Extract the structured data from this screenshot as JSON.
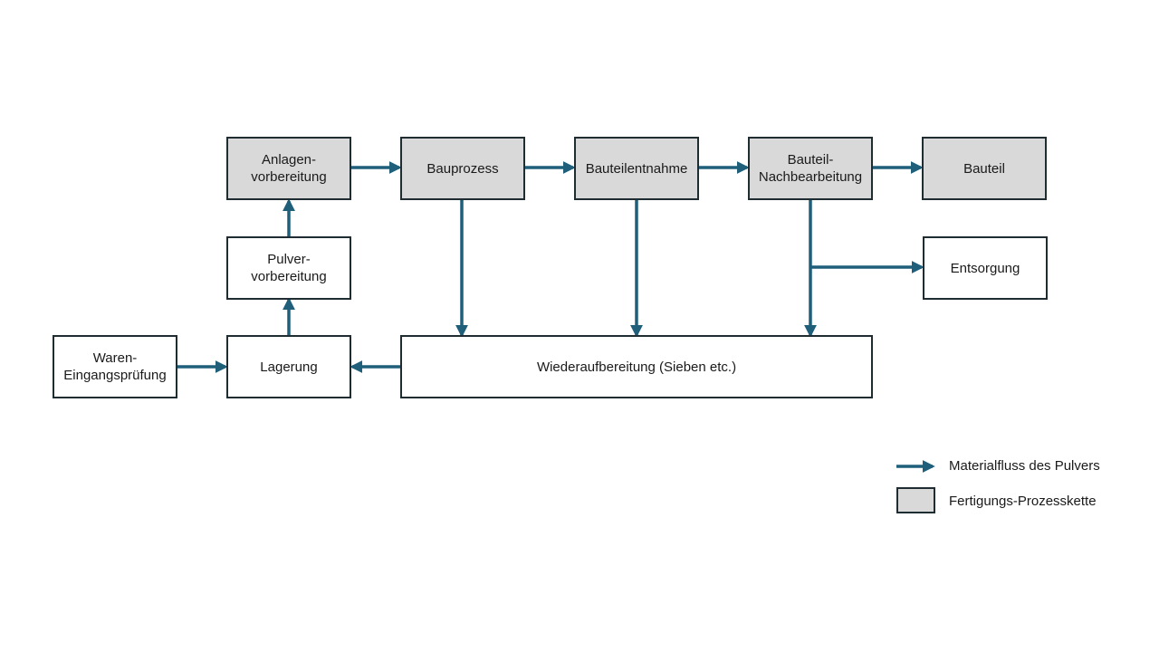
{
  "colors": {
    "arrow": "#1f5f7a",
    "border": "#1f2d33",
    "process_fill": "#d9d9d9",
    "background": "#ffffff"
  },
  "boxes": {
    "anlagenvorbereitung": {
      "label": "Anlagen-\nvorbereitung",
      "process": true
    },
    "bauprozess": {
      "label": "Bauprozess",
      "process": true
    },
    "bauteilentnahme": {
      "label": "Bauteilentnahme",
      "process": true
    },
    "nachbearbeitung": {
      "label": "Bauteil-\nNachbearbeitung",
      "process": true
    },
    "bauteil": {
      "label": "Bauteil",
      "process": true
    },
    "pulvervorbereitung": {
      "label": "Pulver-\nvorbereitung",
      "process": false
    },
    "entsorgung": {
      "label": "Entsorgung",
      "process": false
    },
    "wareneingang": {
      "label": "Waren-\nEingangsprüfung",
      "process": false
    },
    "lagerung": {
      "label": "Lagerung",
      "process": false
    },
    "wiederaufbereitung": {
      "label": "Wiederaufbereitung (Sieben etc.)",
      "process": false
    }
  },
  "flows": [
    {
      "from": "anlagenvorbereitung",
      "to": "bauprozess"
    },
    {
      "from": "bauprozess",
      "to": "bauteilentnahme"
    },
    {
      "from": "bauteilentnahme",
      "to": "nachbearbeitung"
    },
    {
      "from": "nachbearbeitung",
      "to": "bauteil"
    },
    {
      "from": "pulvervorbereitung",
      "to": "anlagenvorbereitung"
    },
    {
      "from": "lagerung",
      "to": "pulvervorbereitung"
    },
    {
      "from": "wareneingang",
      "to": "lagerung"
    },
    {
      "from": "wiederaufbereitung",
      "to": "lagerung"
    },
    {
      "from": "bauprozess",
      "to": "wiederaufbereitung"
    },
    {
      "from": "bauteilentnahme",
      "to": "wiederaufbereitung"
    },
    {
      "from": "nachbearbeitung",
      "to": "wiederaufbereitung"
    },
    {
      "from": "nachbearbeitung",
      "to": "entsorgung"
    }
  ],
  "legend": {
    "material_flow": "Materialfluss des Pulvers",
    "process_chain": "Fertigungs-Prozesskette"
  }
}
